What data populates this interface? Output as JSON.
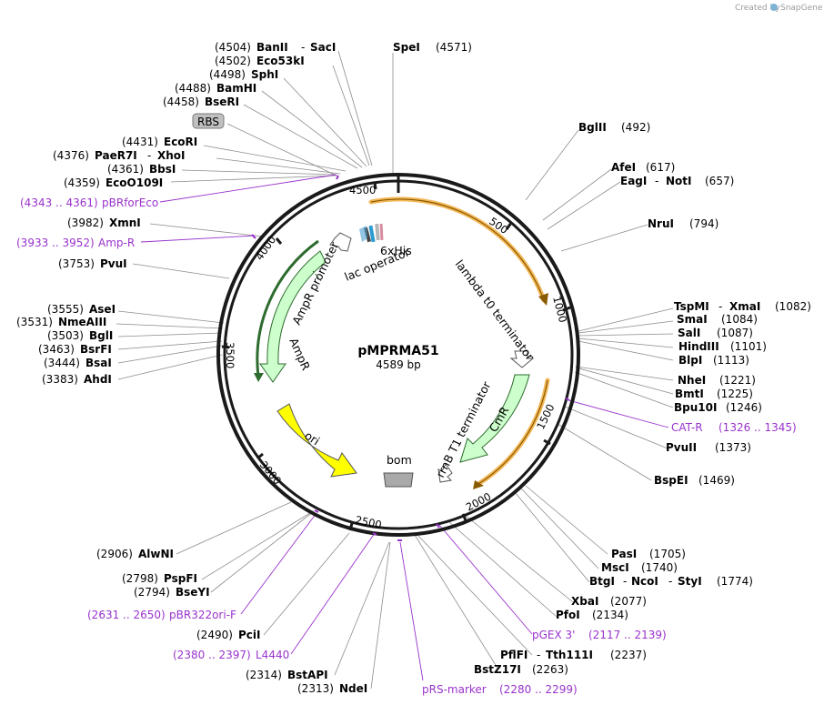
{
  "watermark": "Created by",
  "watermark_brand": "SnapGene",
  "plasmid": {
    "name": "pMPRMA51",
    "size_label": "4589 bp"
  },
  "ticks": [
    "500",
    "1000",
    "1500",
    "2000",
    "2500",
    "3000",
    "3500",
    "4000",
    "4500"
  ],
  "enzymes": {
    "spei": {
      "name": "SpeI",
      "pos": "(4571)"
    },
    "banii": {
      "name": "BanII",
      "pos": "(4504)"
    },
    "dash1": "-",
    "saci": {
      "name": "SacI"
    },
    "eco53ki": {
      "name": "Eco53kI",
      "pos": "(4502)"
    },
    "sphi": {
      "name": "SphI",
      "pos": "(4498)"
    },
    "bamhi": {
      "name": "BamHI",
      "pos": "(4488)"
    },
    "beseri": {
      "name": "BseRI",
      "pos": "(4458)"
    },
    "ecori": {
      "name": "EcoRI",
      "pos": "(4431)"
    },
    "paer7i": {
      "name": "PaeR7I",
      "pos": "(4376)"
    },
    "dash2": "-",
    "xhoi": {
      "name": "XhoI"
    },
    "bbsi": {
      "name": "BbsI",
      "pos": "(4361)"
    },
    "ecoo109i": {
      "name": "EcoO109I",
      "pos": "(4359)"
    },
    "xmni": {
      "name": "XmnI",
      "pos": "(3982)"
    },
    "pvui": {
      "name": "PvuI",
      "pos": "(3753)"
    },
    "asei": {
      "name": "AseI",
      "pos": "(3555)"
    },
    "nmeaiii": {
      "name": "NmeAIII",
      "pos": "(3531)"
    },
    "bgli": {
      "name": "BglI",
      "pos": "(3503)"
    },
    "bsrfi": {
      "name": "BsrFI",
      "pos": "(3463)"
    },
    "bsai": {
      "name": "BsaI",
      "pos": "(3444)"
    },
    "ahdi": {
      "name": "AhdI",
      "pos": "(3383)"
    },
    "bglii": {
      "name": "BglII",
      "pos": "(492)"
    },
    "afei": {
      "name": "AfeI",
      "pos": "(617)"
    },
    "eagi": {
      "name": "EagI",
      "pos": "(657)"
    },
    "dash3": "-",
    "noti": {
      "name": "NotI"
    },
    "nrui": {
      "name": "NruI",
      "pos": "(794)"
    },
    "tspmi": {
      "name": "TspMI",
      "pos": "(1082)"
    },
    "dash4": "-",
    "xmai": {
      "name": "XmaI"
    },
    "smai": {
      "name": "SmaI",
      "pos": "(1084)"
    },
    "sali": {
      "name": "SalI",
      "pos": "(1087)"
    },
    "hindiii": {
      "name": "HindIII",
      "pos": "(1101)"
    },
    "blpi": {
      "name": "BlpI",
      "pos": "(1113)"
    },
    "nhei": {
      "name": "NheI",
      "pos": "(1221)"
    },
    "bmti": {
      "name": "BmtI",
      "pos": "(1225)"
    },
    "bpu10i": {
      "name": "Bpu10I",
      "pos": "(1246)"
    },
    "pvuii": {
      "name": "PvuII",
      "pos": "(1373)"
    },
    "bspei": {
      "name": "BspEI",
      "pos": "(1469)"
    },
    "pasi": {
      "name": "PasI",
      "pos": "(1705)"
    },
    "msci": {
      "name": "MscI",
      "pos": "(1740)"
    },
    "btgi": {
      "name": "BtgI"
    },
    "dash5": "-",
    "ncoi": {
      "name": "NcoI"
    },
    "dash6": "-",
    "styi": {
      "name": "StyI",
      "pos": "(1774)"
    },
    "xbai": {
      "name": "XbaI",
      "pos": "(2077)"
    },
    "pfoi": {
      "name": "PfoI",
      "pos": "(2134)"
    },
    "pflfi": {
      "name": "PflFI"
    },
    "dash7": "-",
    "tth111i": {
      "name": "Tth111I",
      "pos": "(2237)"
    },
    "bstz17i": {
      "name": "BstZ17I",
      "pos": "(2263)"
    },
    "alwni": {
      "name": "AlwNI",
      "pos": "(2906)"
    },
    "pspfi": {
      "name": "PspFI",
      "pos": "(2798)"
    },
    "bseyi": {
      "name": "BseYI",
      "pos": "(2794)"
    },
    "pcii": {
      "name": "PciI",
      "pos": "(2490)"
    },
    "bstapi": {
      "name": "BstAPI",
      "pos": "(2314)"
    },
    "ndei": {
      "name": "NdeI",
      "pos": "(2313)"
    }
  },
  "primers": {
    "pbrforeco": {
      "name": "pBRforEco",
      "range": "(4343 .. 4361)"
    },
    "ampr": {
      "name": "Amp-R",
      "range": "(3933 .. 3952)"
    },
    "catr": {
      "name": "CAT-R",
      "range": "(1326 .. 1345)"
    },
    "pgex3": {
      "name": "pGEX 3'",
      "range": "(2117 .. 2139)"
    },
    "prsmarker": {
      "name": "pRS-marker",
      "range": "(2280 .. 2299)"
    },
    "l4440": {
      "name": "L4440",
      "range": "(2380 .. 2397)"
    },
    "pbr322ori": {
      "name": "pBR322ori-F",
      "range": "(2631 .. 2650)"
    }
  },
  "features": {
    "rbs": "RBS",
    "sixhis": "6xHis",
    "lacop": "lac operator",
    "amprpromoter": "AmpR promoter",
    "ampr": "AmpR",
    "ori": "ori",
    "bom": "bom",
    "lambda": "lambda t0 terminator",
    "cmr": "CmR",
    "rrnb": "rrnB T1 terminator"
  },
  "colors": {
    "backbone": "#1a1a1a",
    "primer": "#9933cc",
    "terminator_arc": "#f0a020",
    "ampr_fill": "#ccffcc",
    "ampr_stroke": "#2e6b2e",
    "ori_fill": "#ffff00",
    "bom_fill": "#a9a9a9",
    "line": "#8c8c8c"
  }
}
